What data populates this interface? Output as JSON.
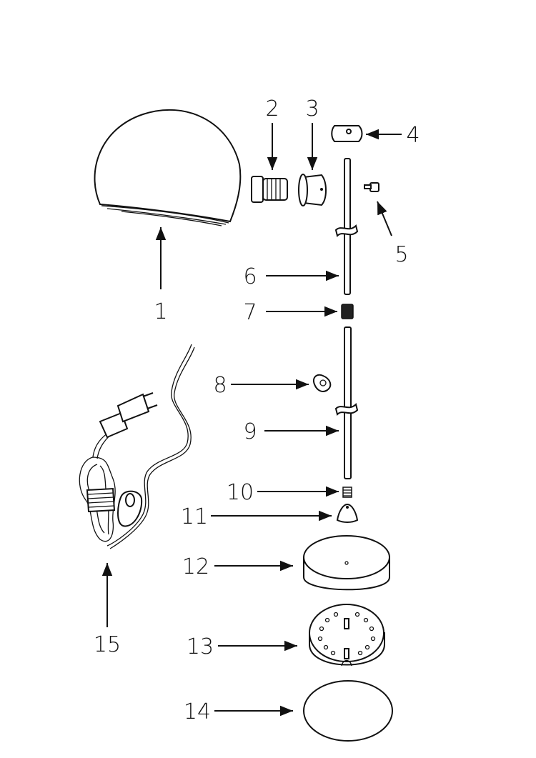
{
  "diagram": {
    "callouts": [
      {
        "id": "1",
        "label": "1"
      },
      {
        "id": "2",
        "label": "2"
      },
      {
        "id": "3",
        "label": "3"
      },
      {
        "id": "4",
        "label": "4"
      },
      {
        "id": "5",
        "label": "5"
      },
      {
        "id": "6",
        "label": "6"
      },
      {
        "id": "7",
        "label": "7"
      },
      {
        "id": "8",
        "label": "8"
      },
      {
        "id": "9",
        "label": "9"
      },
      {
        "id": "10",
        "label": "10"
      },
      {
        "id": "11",
        "label": "11"
      },
      {
        "id": "12",
        "label": "12"
      },
      {
        "id": "13",
        "label": "13"
      },
      {
        "id": "14",
        "label": "14"
      },
      {
        "id": "15",
        "label": "15"
      }
    ],
    "colors": {
      "ink": "#111111",
      "paper": "#ffffff"
    }
  }
}
